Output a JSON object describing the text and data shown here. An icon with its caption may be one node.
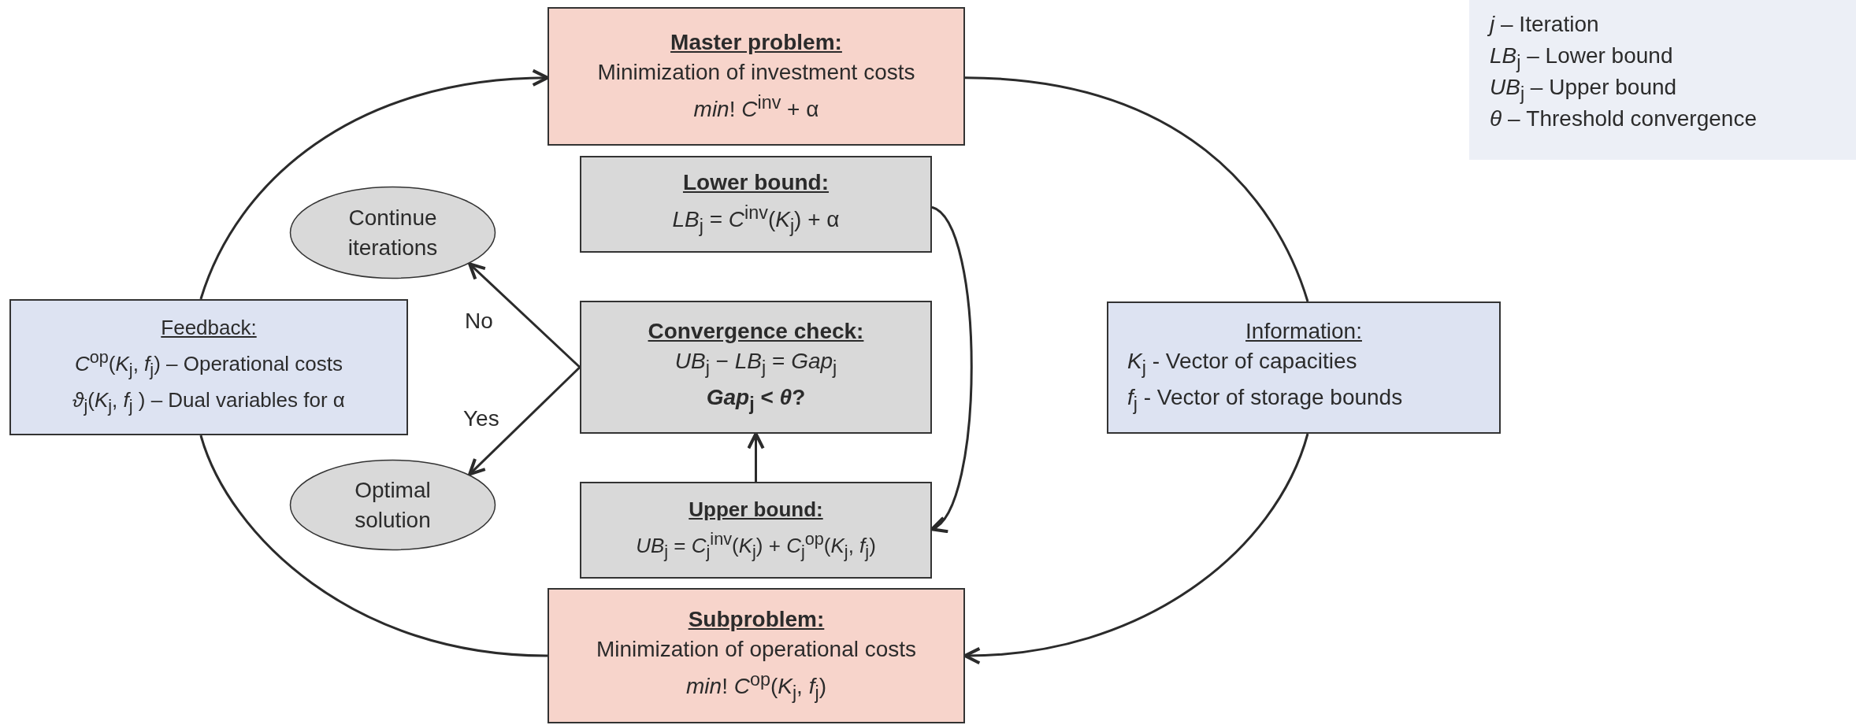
{
  "diagram": {
    "nodes": [
      {
        "text": [
          "Master problem:",
          "Minimization of investment costs",
          "*min*! *C*$^{inv}$ + α"
        ]
      },
      {
        "text": [
          "Lower bound:",
          "*LB*$_{j}$ = *C*$^{inv}$(*K*$_{j}$) + α"
        ]
      },
      {
        "text": [
          "Continue iterations"
        ]
      },
      {
        "text": [
          "Feedback:",
          "*C*$^{op}$(*K*$_{j}$, *f*$_{j}$) – Operational costs",
          "*ϑ*$_{j}$(*K*$_{j}$, *f*$_{j}$ ) – Dual variables for α"
        ]
      },
      {
        "text": [
          "Convergence check:",
          "*UB*$_{j}$ − *LB*$_{j}$ = *Gap*$_{j}$",
          "*Gap*$_{j}$ < *θ*?"
        ]
      },
      {
        "text": [
          "Information:",
          "*K*$_{j}$ - Vector of capacities",
          "*f*$_{j}$ - Vector of storage bounds"
        ]
      },
      {
        "text": [
          "Optimal solution"
        ]
      },
      {
        "text": [
          "Upper bound:",
          "*UB*$_{j}$ = *C*$_{j}$$^{inv}$(*K*$_{j}$) + *C*$_{j}$$^{op}$(*K*$_{j}$, *f*$_{j}$)"
        ]
      },
      {
        "text": [
          "Subproblem:",
          "Minimization of operational costs",
          "*min*! *C*$^{op}$(*K*$_{j}$, *f*$_{j}$)"
        ]
      }
    ],
    "edges": [
      {
        "from": 0,
        "to": 5,
        "arrow": "none"
      },
      {
        "from": 5,
        "to": 8,
        "arrow": "to"
      },
      {
        "from": 8,
        "to": 3,
        "arrow": "none"
      },
      {
        "from": 3,
        "to": 0,
        "arrow": "to"
      },
      {
        "from": 1,
        "to": 7,
        "arrow": "to"
      },
      {
        "from": 7,
        "to": 4,
        "arrow": "to"
      },
      {
        "from": 4,
        "to": 2,
        "arrow": "to",
        "label": "No"
      },
      {
        "from": 4,
        "to": 6,
        "arrow": "to",
        "label": "Yes"
      }
    ],
    "labels": [
      "*j* – Iteration",
      "*LB*$_{j}$ – Lower bound",
      "*UB*$_{j}$ – Upper bound",
      "*θ* – Threshold convergence"
    ]
  }
}
